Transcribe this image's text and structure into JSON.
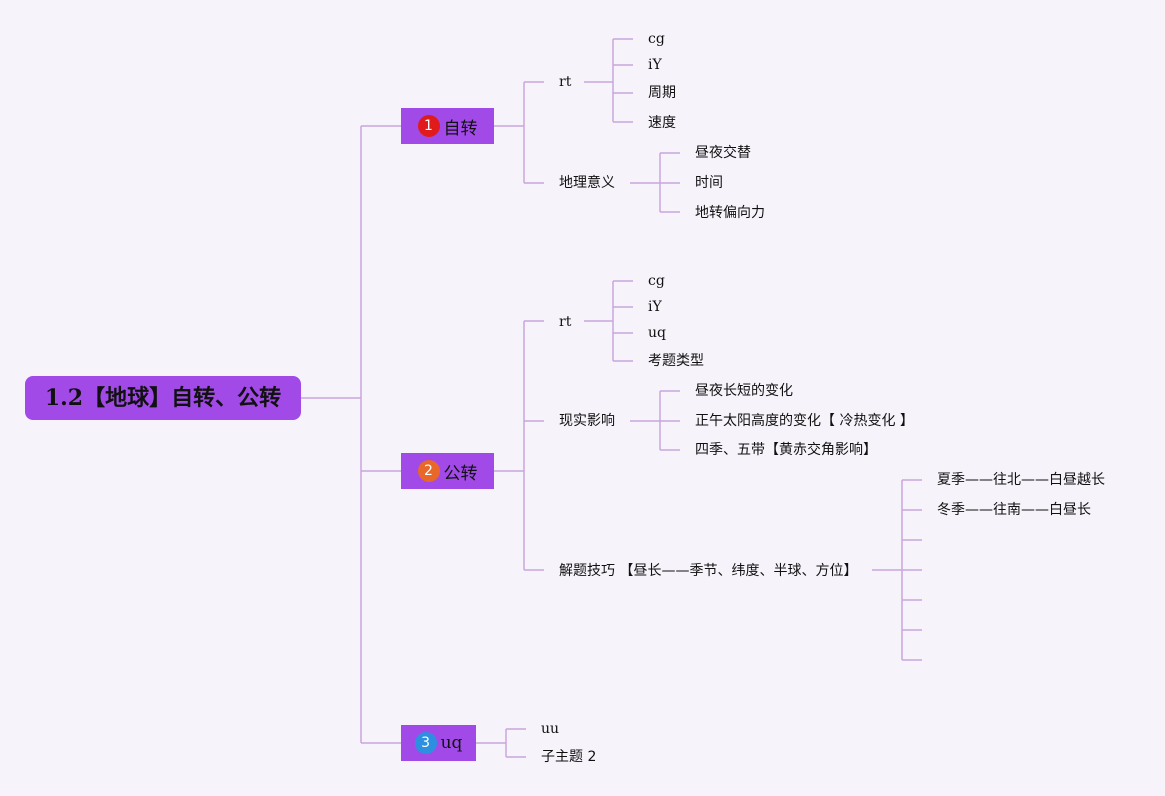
{
  "root": {
    "title_num": "1.2",
    "title_text": "【地球】自转、公转"
  },
  "colors": {
    "node_fill": "#a24ae8",
    "line": "#c9a6dc",
    "background": "#f7f3fa",
    "badge1": "#e01b1b",
    "badge2": "#e8682a",
    "badge3": "#2d8fe0"
  },
  "branches": [
    {
      "badge_text": "1",
      "label": "自转",
      "children": [
        {
          "label": "rt",
          "children": [
            "cg",
            "iY",
            "周期",
            "速度"
          ]
        },
        {
          "label": "地理意义",
          "children": [
            "昼夜交替",
            "时间",
            "地转偏向力"
          ]
        }
      ]
    },
    {
      "badge_text": "2",
      "label": "公转",
      "children": [
        {
          "label": "rt",
          "children": [
            "cg",
            "iY",
            "uq",
            "考题类型"
          ]
        },
        {
          "label": "现实影响",
          "children": [
            "昼夜长短的变化",
            "正午太阳高度的变化【 冷热变化 】",
            "四季、五带【黄赤交角影响】"
          ]
        },
        {
          "label": "解题技巧 【昼长——季节、纬度、半球、方位】",
          "children": [
            "夏季——往北——白昼越长",
            "冬季——往南——白昼长",
            "",
            "",
            "",
            "",
            ""
          ]
        }
      ]
    },
    {
      "badge_text": "3",
      "label": "uq",
      "children": [
        {
          "label": "uu",
          "children": []
        },
        {
          "label": "子主题 2",
          "children": []
        }
      ]
    }
  ]
}
